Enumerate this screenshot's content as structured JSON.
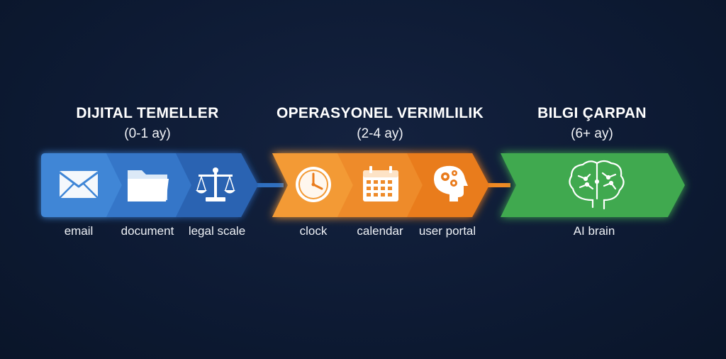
{
  "phases": [
    {
      "title": "DIJITAL TEMELLER",
      "duration": "(0-1 ay)",
      "color": "#2f6fbf"
    },
    {
      "title": "OPERASYONEL VERIMLILIK",
      "duration": "(2-4 ay)",
      "color": "#ef8a24"
    },
    {
      "title": "BILGI ÇARPAN",
      "duration": "(6+ ay)",
      "color": "#3faa50"
    }
  ],
  "steps": [
    {
      "icon": "envelope-icon",
      "label": "email"
    },
    {
      "icon": "folder-icon",
      "label": "document"
    },
    {
      "icon": "legal-scale-icon",
      "label": "legal scale"
    },
    {
      "icon": "clock-icon",
      "label": "clock"
    },
    {
      "icon": "calendar-icon",
      "label": "calendar"
    },
    {
      "icon": "head-gears-icon",
      "label": "user portal"
    },
    {
      "icon": "brain-icon",
      "label": "AI brain"
    }
  ]
}
